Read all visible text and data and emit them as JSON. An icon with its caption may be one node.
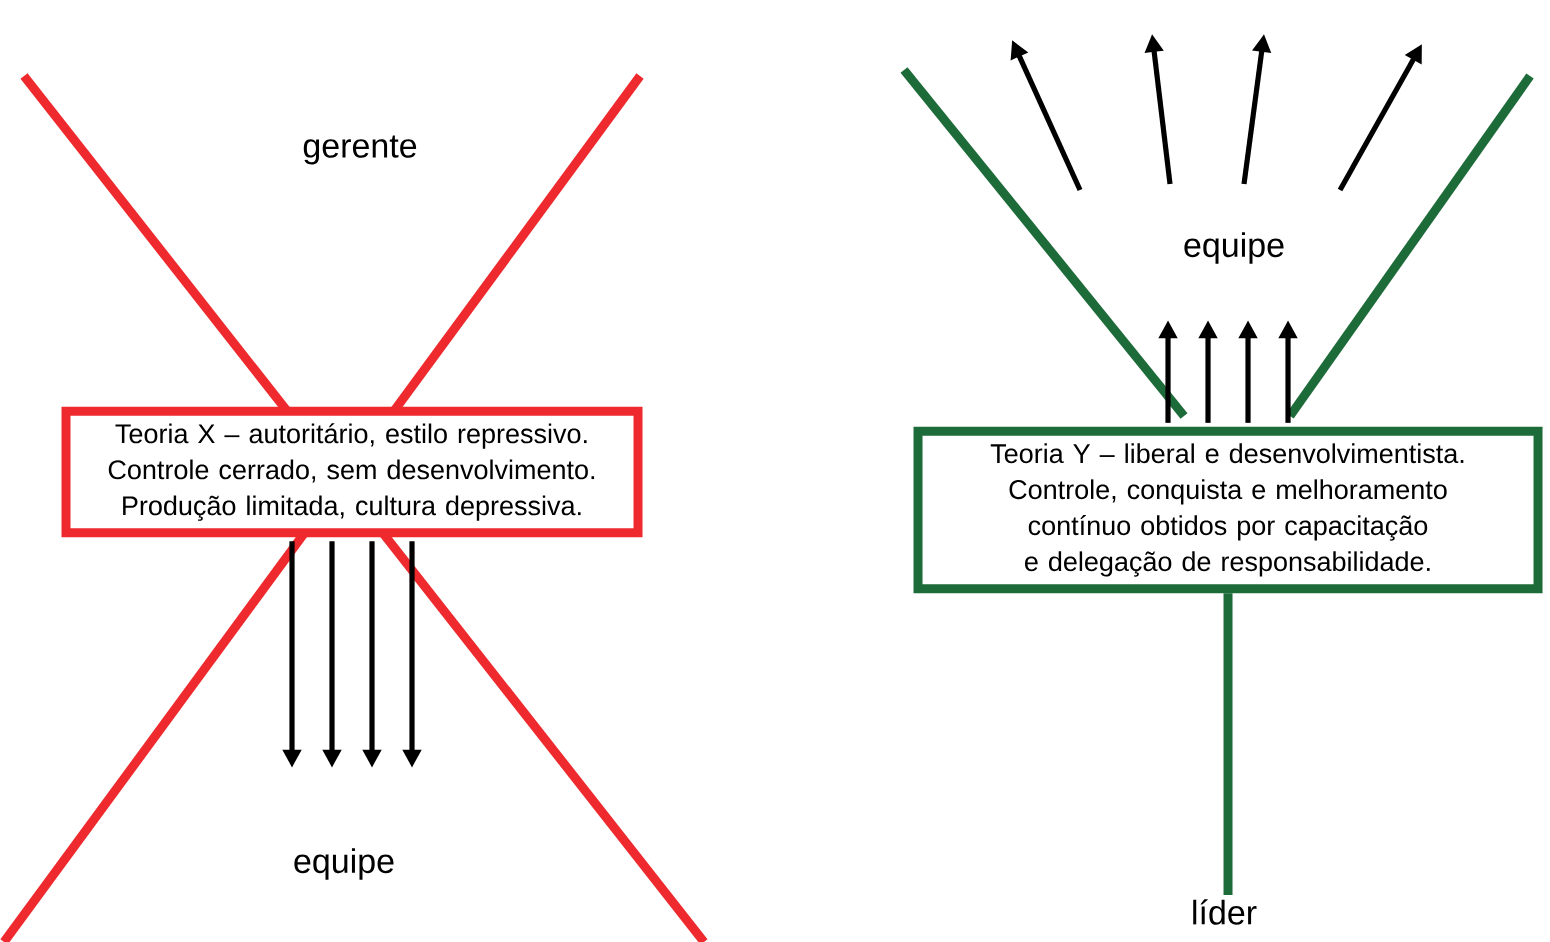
{
  "diagram": {
    "nodes": [
      {
        "text": [
          "gerente"
        ]
      },
      {
        "text": [
          "Teoria X – autoritário, estilo repressivo. Controle cerrado, sem desenvolvimento. Produção limitada, cultura depressiva."
        ]
      },
      {
        "text": [
          "equipe"
        ]
      },
      {
        "text": [
          "equipe"
        ]
      },
      {
        "text": [
          "Teoria Y – liberal e desenvolvimentista. Controle, conquista e melhoramento contínuo obtidos por capacitação e delegação de responsabilidade."
        ]
      },
      {
        "text": [
          "líder"
        ]
      }
    ],
    "edges": [
      {
        "from": 1,
        "to": 2,
        "arrow": "to"
      },
      {
        "from": 1,
        "to": 2,
        "arrow": "to"
      },
      {
        "from": 1,
        "to": 2,
        "arrow": "to"
      },
      {
        "from": 1,
        "to": 2,
        "arrow": "to"
      },
      {
        "from": 4,
        "to": 3,
        "arrow": "to"
      },
      {
        "from": 4,
        "to": 3,
        "arrow": "to"
      },
      {
        "from": 4,
        "to": 3,
        "arrow": "to"
      },
      {
        "from": 4,
        "to": 3,
        "arrow": "to"
      },
      {
        "from": 4,
        "to": 5,
        "arrow": "none",
        "color": "#1e6b3a"
      }
    ]
  }
}
